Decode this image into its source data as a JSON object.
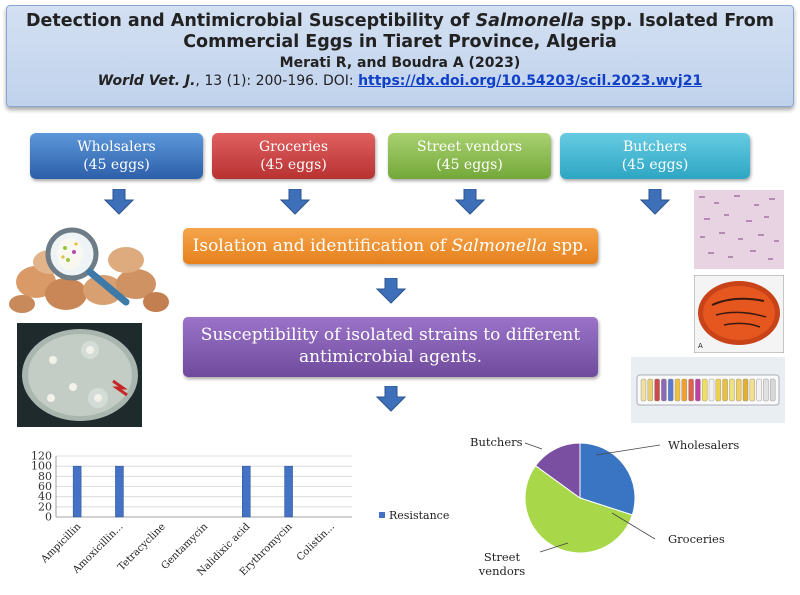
{
  "header": {
    "title_line1_pre": "Detection and Antimicrobial Susceptibility of ",
    "title_italic": "Salmonella",
    "title_line1_post": " spp. Isolated From",
    "title_line2": "Commercial Eggs in Tiaret Province, Algeria",
    "authors": "Merati R, and Boudra A (2023)",
    "journal": "World Vet. J.",
    "citation": ", 13 (1): 200-196. DOI: ",
    "doi": "https://dx.doi.org/10.54203/scil.2023.wvj21"
  },
  "sources": [
    {
      "name": "Wholsalers",
      "count": "(45 eggs)"
    },
    {
      "name": "Groceries",
      "count": "(45 eggs)"
    },
    {
      "name": "Street vendors",
      "count": "(45 eggs)"
    },
    {
      "name": "Butchers",
      "count": "(45 eggs)"
    }
  ],
  "steps": {
    "isolation_pre": "Isolation and identification of ",
    "isolation_italic": "Salmonella",
    "isolation_post": " spp.",
    "susceptibility_line1": "Susceptibility of isolated strains to different",
    "susceptibility_line2": "antimicrobial agents."
  },
  "photos": {
    "plate_label": "A"
  },
  "colors": {
    "blue": "#2c5fa9",
    "red": "#b83232",
    "green": "#74a83a",
    "teal": "#2da6c3",
    "orange": "#e6801c",
    "purple": "#6f4a9c",
    "arrow": "#3d70b8"
  },
  "chart_data": [
    {
      "type": "bar",
      "categories": [
        "Ampicillin",
        "Amoxicillin...",
        "Tetracycline",
        "Gentamycin",
        "Nalidixic acid",
        "Erythromycin",
        "Colistin..."
      ],
      "series": [
        {
          "name": "Resistance",
          "values": [
            100,
            100,
            0,
            0,
            100,
            100,
            0
          ]
        }
      ],
      "ylim": [
        0,
        120
      ],
      "yticks": [
        0,
        20,
        40,
        60,
        80,
        100,
        120
      ],
      "grid": true,
      "legend": "right"
    },
    {
      "type": "pie",
      "labels": [
        "Wholesalers",
        "Groceries",
        "Street vendors",
        "Butchers"
      ],
      "values": [
        30,
        0,
        55,
        15
      ],
      "colors": [
        "#3a75c4",
        "#d24a3a",
        "#a8d84a",
        "#7a4ea0"
      ]
    }
  ]
}
